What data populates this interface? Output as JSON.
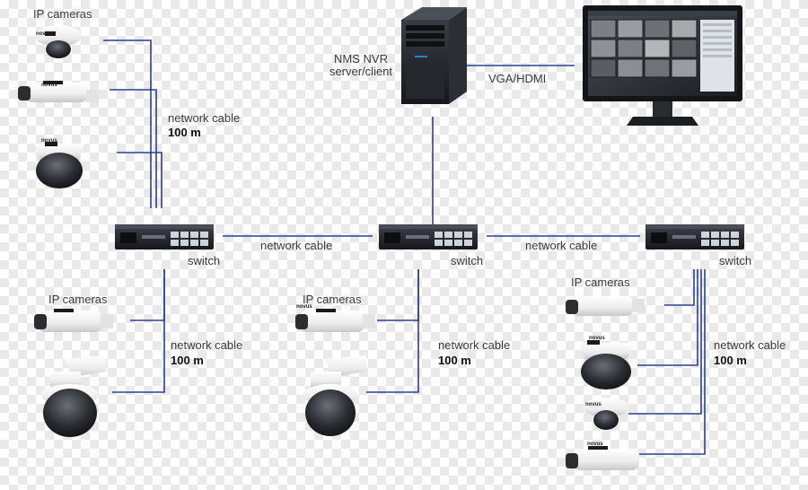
{
  "labels": {
    "ip_cameras": "IP cameras",
    "network_cable": "network cable",
    "distance": "100 m",
    "switch": "switch",
    "server_line1": "NMS NVR",
    "server_line2": "server/client",
    "video_link": "VGA/HDMI",
    "camera_brand": "novus"
  },
  "colors": {
    "cable": "#2c3f8f",
    "device_dark": "#1e2024",
    "camera_white": "#f4f4f4"
  }
}
